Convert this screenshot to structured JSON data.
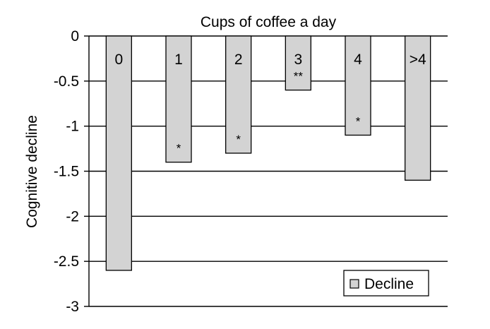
{
  "chart_data": {
    "type": "bar",
    "title": "Cups of coffee a day",
    "xlabel": "",
    "ylabel": "Cognitive decline",
    "categories": [
      "0",
      "1",
      "2",
      "3",
      "4",
      ">4"
    ],
    "values": [
      -2.6,
      -1.4,
      -1.3,
      -0.6,
      -1.1,
      -1.6
    ],
    "annotations": [
      "",
      "*",
      "*",
      "**",
      "*",
      ""
    ],
    "ylim": [
      -3,
      0
    ],
    "yticks": [
      0,
      -0.5,
      -1,
      -1.5,
      -2,
      -2.5,
      -3
    ],
    "ytick_labels": [
      "0",
      "-0.5",
      "-1",
      "-1.5",
      "-2",
      "-2.5",
      "-3"
    ],
    "grid": true,
    "legend": {
      "entries": [
        "Decline"
      ],
      "position": "bottom-right"
    },
    "series": [
      {
        "name": "Decline",
        "color": "#d3d3d3"
      }
    ]
  }
}
